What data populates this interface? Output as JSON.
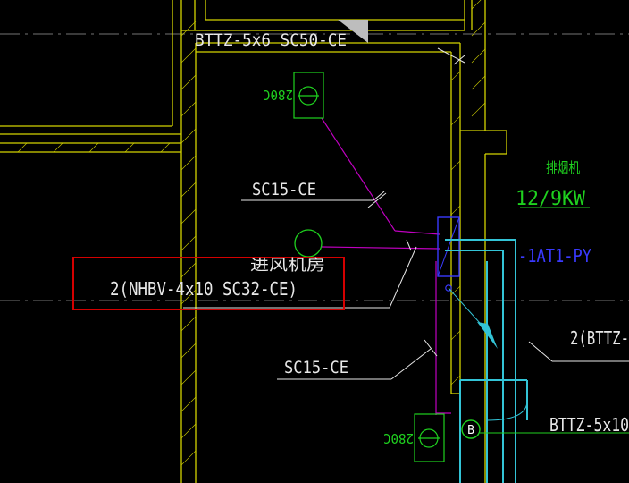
{
  "drawing": {
    "texts": {
      "top_cable": "BTTZ-5x6 SC50-CE",
      "conduit_upper": "SC15-CE",
      "conduit_lower": "SC15-CE",
      "highlight_cable": "2(NHBV-4x10 SC32-CE)",
      "room_label": "进风机房",
      "fan_title": "排烟机",
      "fan_power": "12/9KW",
      "panel_id": "-1AT1-PY",
      "right_cable_1": "2(BTTZ-",
      "right_cable_2": "BTTZ-5x10",
      "damper_temp_top": "280C",
      "damper_temp_bottom": "280C",
      "bubble_letter": "B"
    },
    "colors": {
      "walls": "#d4d400",
      "conduit": "#c000c0",
      "busway": "#33c4d6",
      "highlight_box": "#d40000",
      "annotation": "#1fd11f",
      "panel_blue": "#3a3aff",
      "text": "#e8e8e8",
      "background": "#000000"
    }
  }
}
